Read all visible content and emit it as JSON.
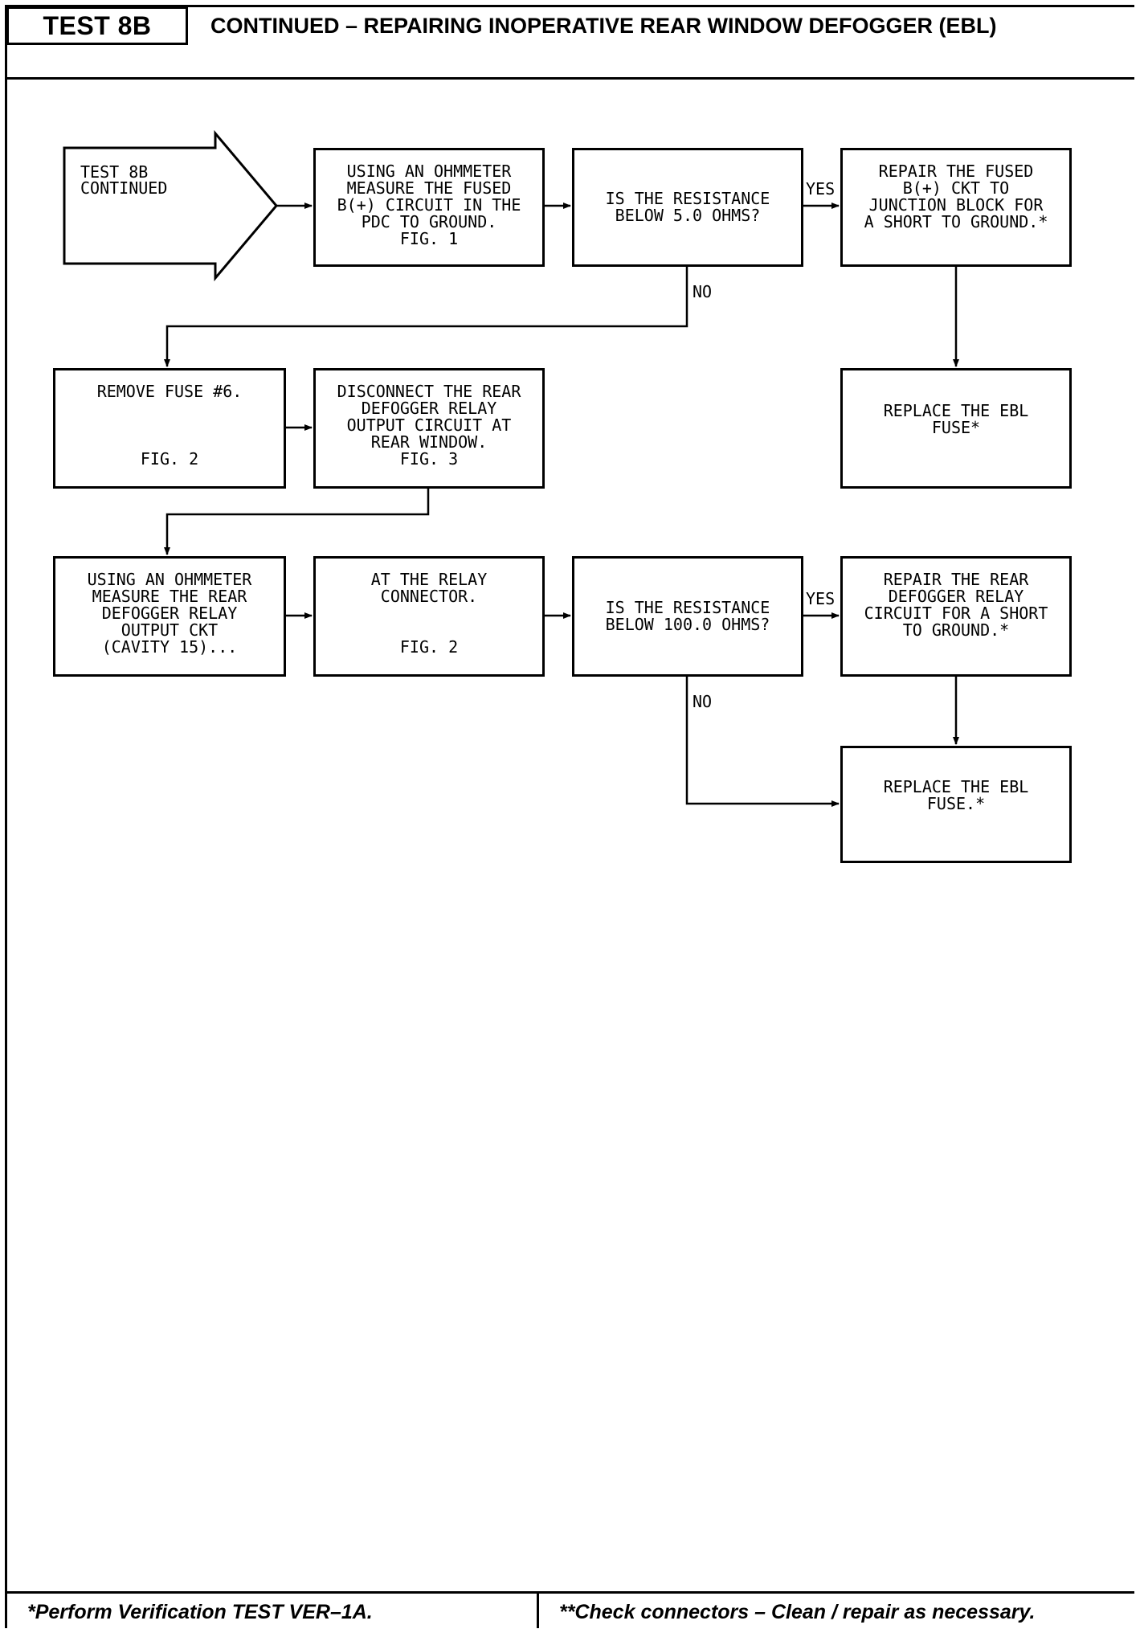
{
  "header": {
    "test_id": "TEST 8B",
    "title": "CONTINUED – REPAIRING INOPERATIVE REAR WINDOW DEFOGGER (EBL)"
  },
  "flowchart": {
    "start": "TEST 8B\nCONTINUED",
    "step_measure_b_plus": "USING AN OHMMETER\nMEASURE THE FUSED\nB(+) CIRCUIT IN THE\nPDC TO GROUND.\nFIG. 1",
    "decision_5_ohms": "IS THE RESISTANCE\nBELOW 5.0 OHMS?",
    "repair_b_plus": "REPAIR THE FUSED\nB(+) CKT TO\nJUNCTION BLOCK FOR\nA SHORT TO GROUND.*",
    "remove_fuse": "REMOVE FUSE #6.\n\n\n\nFIG. 2",
    "disconnect_relay": "DISCONNECT THE REAR\nDEFOGGER RELAY\nOUTPUT CIRCUIT AT\nREAR WINDOW.\nFIG. 3",
    "replace_fuse_1": "REPLACE THE EBL\nFUSE*",
    "measure_relay_output": "USING AN OHMMETER\nMEASURE THE REAR\nDEFOGGER RELAY\nOUTPUT CKT\n(CAVITY 15)...",
    "at_relay_connector": "AT THE RELAY\nCONNECTOR.\n\n\nFIG. 2",
    "decision_100_ohms": "IS THE RESISTANCE\nBELOW 100.0 OHMS?",
    "repair_relay_circuit": "REPAIR THE REAR\nDEFOGGER RELAY\nCIRCUIT FOR A SHORT\nTO GROUND.*",
    "replace_fuse_2": "REPLACE THE EBL\nFUSE.*",
    "labels": {
      "yes_1": "YES",
      "no_1": "NO",
      "yes_2": "YES",
      "no_2": "NO"
    }
  },
  "footer": {
    "left_note": "*Perform Verification TEST VER–1A.",
    "right_note": "**Check connectors – Clean / repair as necessary."
  }
}
